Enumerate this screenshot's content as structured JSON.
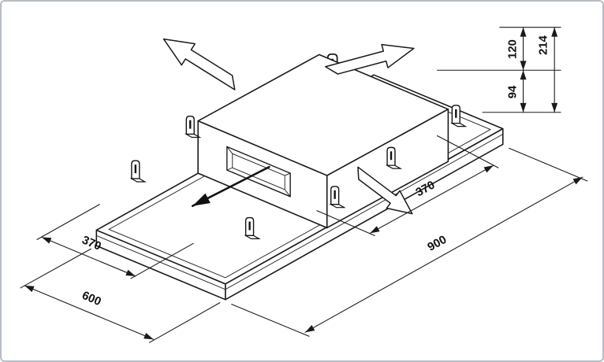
{
  "drawing": {
    "background": "#ffffff",
    "line_color": "#1a1a1a",
    "frame_color": "#b7bdc3",
    "description": "Isometric dimension drawing of ceiling-mounted extractor unit",
    "labels": {
      "upper_height": "120",
      "total_height": "214",
      "lower_height": "94",
      "right_offset": "370",
      "total_length": "900",
      "left_offset": "370",
      "total_depth": "600"
    },
    "icons": [
      "airflow-arrow-up-left-icon",
      "airflow-arrow-up-right-icon",
      "airflow-arrow-down-right-icon",
      "exhaust-direction-arrow-icon",
      "mounting-bracket-icon"
    ]
  }
}
